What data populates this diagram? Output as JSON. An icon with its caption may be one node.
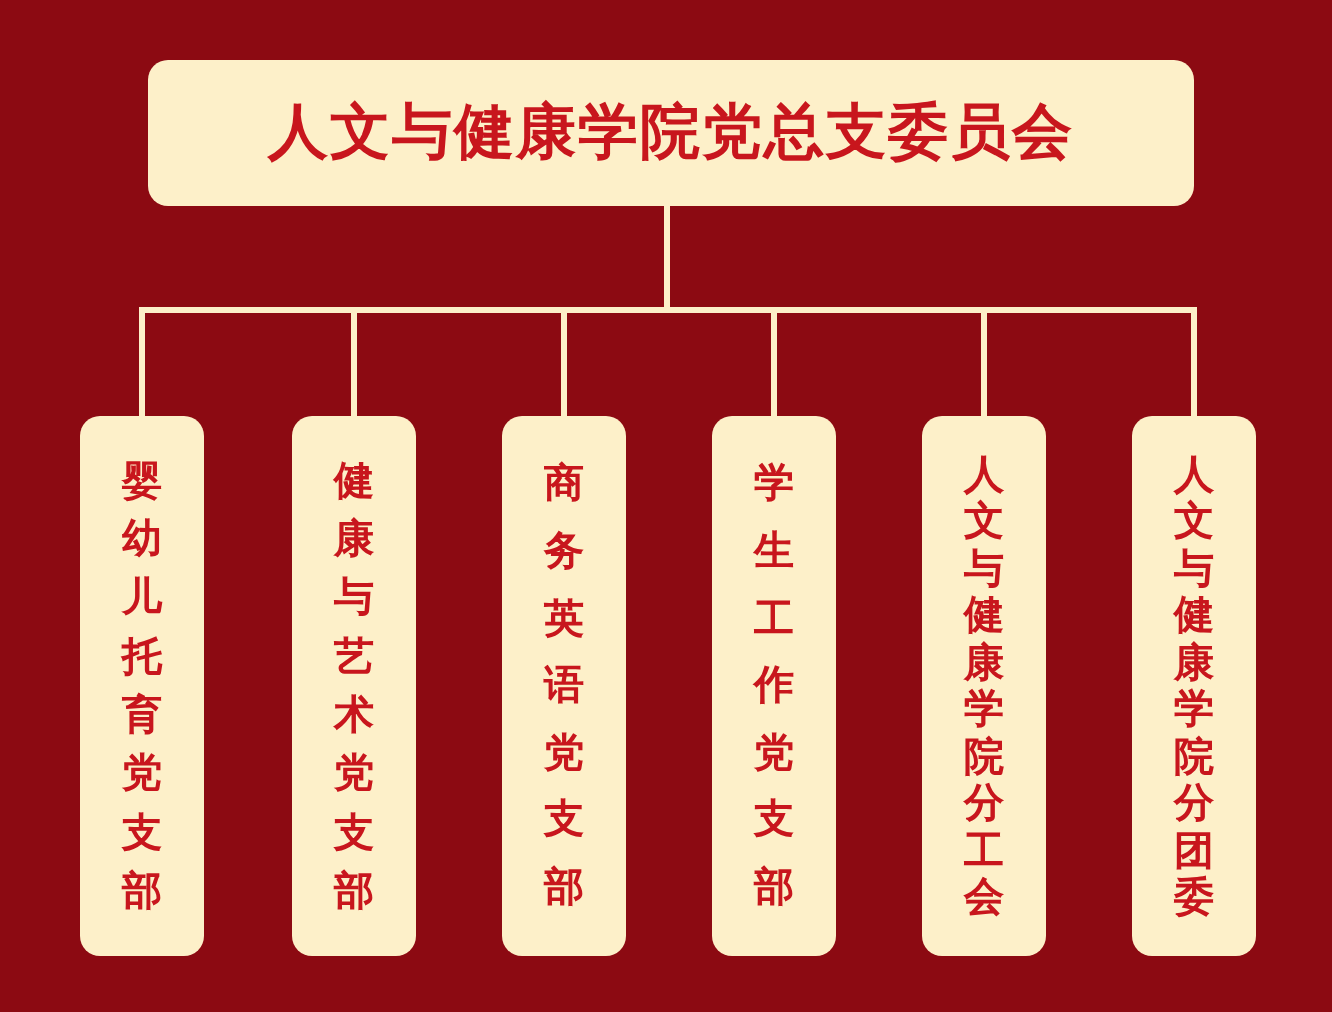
{
  "diagram": {
    "nodes": [
      {
        "text": [
          "人文与健康学院党总支委员会"
        ]
      },
      {
        "text": [
          "婴幼儿托育党支部"
        ]
      },
      {
        "text": [
          "健康与艺术党支部"
        ]
      },
      {
        "text": [
          "商务英语党支部"
        ]
      },
      {
        "text": [
          "学生工作党支部"
        ]
      },
      {
        "text": [
          "人文与健康学院分工会"
        ]
      },
      {
        "text": [
          "人文与健康学院分团委"
        ]
      }
    ],
    "edges": [
      {
        "from": 0,
        "to": 1,
        "arrow": "none"
      },
      {
        "from": 0,
        "to": 2,
        "arrow": "none"
      },
      {
        "from": 0,
        "to": 3,
        "arrow": "none"
      },
      {
        "from": 0,
        "to": 4,
        "arrow": "none"
      },
      {
        "from": 0,
        "to": 5,
        "arrow": "none"
      },
      {
        "from": 0,
        "to": 6,
        "arrow": "none"
      }
    ]
  }
}
